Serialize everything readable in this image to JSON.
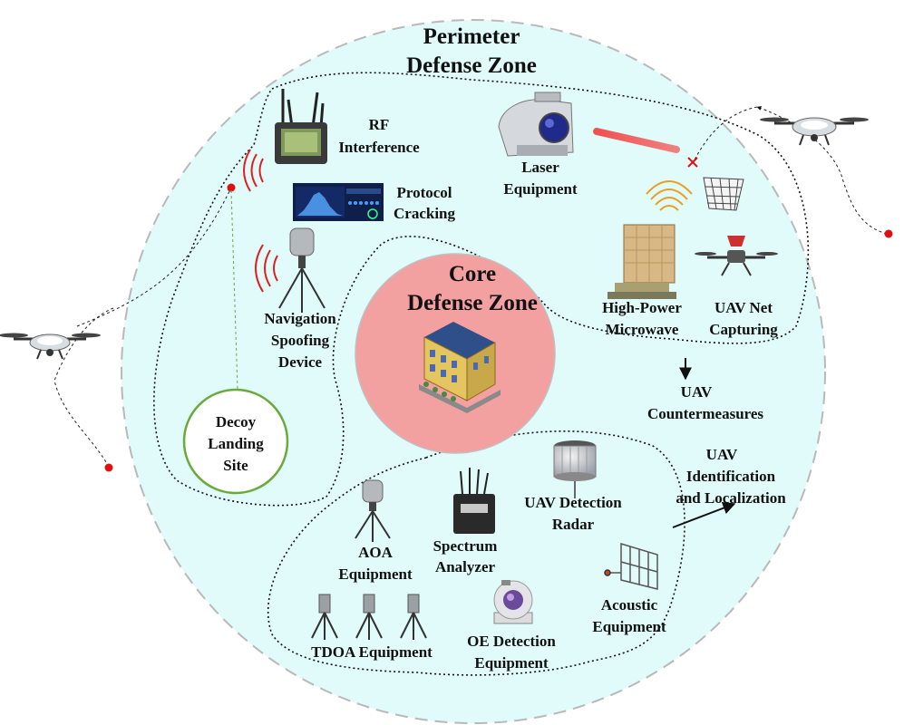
{
  "zones": {
    "perimeter": {
      "line1": "Perimeter",
      "line2": "Defense Zone"
    },
    "core": {
      "line1": "Core",
      "line2": "Defense Zone"
    }
  },
  "countermeasures": {
    "rf_interference": {
      "line1": "RF",
      "line2": "Interference"
    },
    "protocol_cracking": {
      "line1": "Protocol",
      "line2": "Cracking"
    },
    "navigation_spoofing": {
      "line1": "Navigation",
      "line2": "Spoofing",
      "line3": "Device"
    },
    "decoy_landing": {
      "line1": "Decoy",
      "line2": "Landing",
      "line3": "Site"
    },
    "laser": {
      "line1": "Laser",
      "line2": "Equipment"
    },
    "microwave": {
      "line1": "High-Power",
      "line2": "Microwave"
    },
    "net_capturing": {
      "line1": "UAV Net",
      "line2": "Capturing"
    },
    "group_label": {
      "line1": "UAV",
      "line2": "Countermeasures"
    }
  },
  "detection": {
    "aoa": {
      "line1": "AOA",
      "line2": "Equipment"
    },
    "spectrum": {
      "line1": "Spectrum",
      "line2": "Analyzer"
    },
    "radar": {
      "line1": "UAV Detection",
      "line2": "Radar"
    },
    "tdoa": {
      "line1": "TDOA Equipment"
    },
    "oe": {
      "line1": "OE Detection",
      "line2": "Equipment"
    },
    "acoustic": {
      "line1": "Acoustic",
      "line2": "Equipment"
    },
    "group_label": {
      "line1": "UAV",
      "line2": "Identification",
      "line3": "and Localization"
    }
  },
  "colors": {
    "zone_fill": "#e1fafa",
    "zone_border": "#b9b9b9",
    "core_fill": "#f2a0a0",
    "decoy_border": "#6aaa3a",
    "laser_beam": "#f05050",
    "signal_red": "#e02020",
    "signal_orange": "#e8a020",
    "drone_marker": "#e01010"
  },
  "icons": [
    "drone-icon",
    "rf-jammer-icon",
    "spectrum-display-icon",
    "antenna-tripod-icon",
    "laser-turret-icon",
    "microwave-panel-icon",
    "capture-net-icon",
    "net-drone-icon",
    "building-icon",
    "radar-dome-icon",
    "spectrum-analyzer-icon",
    "eo-camera-icon",
    "acoustic-array-icon"
  ]
}
